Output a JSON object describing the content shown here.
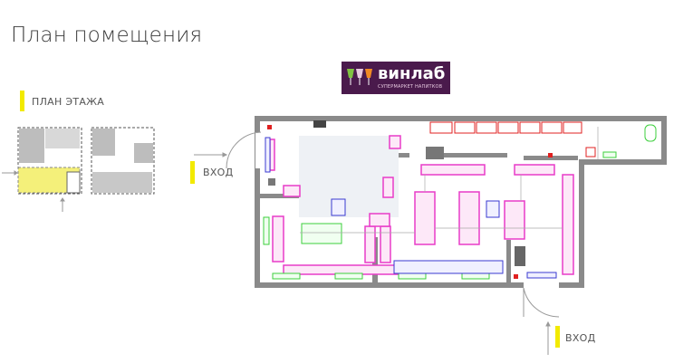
{
  "page": {
    "title": "План помещения"
  },
  "floor_plan_section": {
    "label": "ПЛАН ЭТАЖА"
  },
  "brand": {
    "name": "винлаб",
    "tagline": "СУПЕРМАРКЕТ НАПИТКОВ",
    "color": "#4a1a4c"
  },
  "entrances": [
    {
      "label": "ВХОД"
    },
    {
      "label": "ВХОД"
    }
  ],
  "colors": {
    "highlight": "#f2ea00",
    "wall": "#8a8a8a",
    "shelf_pink": "#e83cc8",
    "shelf_red": "#e02020",
    "fixture_green": "#3ccf3c",
    "fixture_blue": "#3a3ad0"
  }
}
